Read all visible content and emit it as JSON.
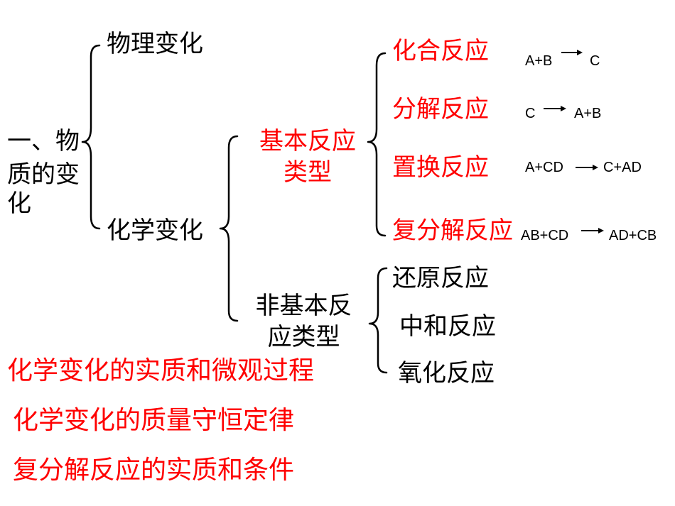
{
  "root": {
    "line1": "一、物",
    "line2": "质的变",
    "line3": "化"
  },
  "physical_change": "物理变化",
  "chemical_change": "化学变化",
  "basic_types": {
    "line1": "基本反应",
    "line2": "类型"
  },
  "non_basic_types": {
    "line1": "非基本反",
    "line2": "应类型"
  },
  "basic_reactions": [
    {
      "name": "化合反应",
      "left": "A+B",
      "right": "C"
    },
    {
      "name": "分解反应",
      "left": "C",
      "right": "A+B"
    },
    {
      "name": "置换反应",
      "left": "A+CD",
      "right": "C+AD"
    },
    {
      "name": "复分解反应",
      "left": "AB+CD",
      "right": "AD+CB"
    }
  ],
  "non_basic_reactions": [
    "还原反应",
    "中和反应",
    "氧化反应"
  ],
  "notes": [
    "化学变化的实质和微观过程",
    "化学变化的质量守恒定律",
    "复分解反应的实质和条件"
  ],
  "colors": {
    "highlight": "#ff0000",
    "text": "#000000",
    "background": "#ffffff"
  }
}
